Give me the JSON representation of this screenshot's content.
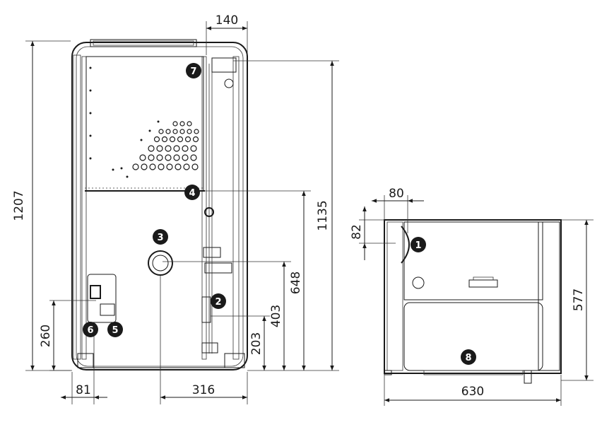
{
  "dimensions": {
    "d140": "140",
    "d1207": "1207",
    "d1135": "1135",
    "d648": "648",
    "d403": "403",
    "d260": "260",
    "d203": "203",
    "d81": "81",
    "d316": "316",
    "d80": "80",
    "d82": "82",
    "d577": "577",
    "d630": "630"
  },
  "callouts": {
    "c1": "1",
    "c2": "2",
    "c3": "3",
    "c4": "4",
    "c5": "5",
    "c6": "6",
    "c7": "7",
    "c8": "8"
  }
}
